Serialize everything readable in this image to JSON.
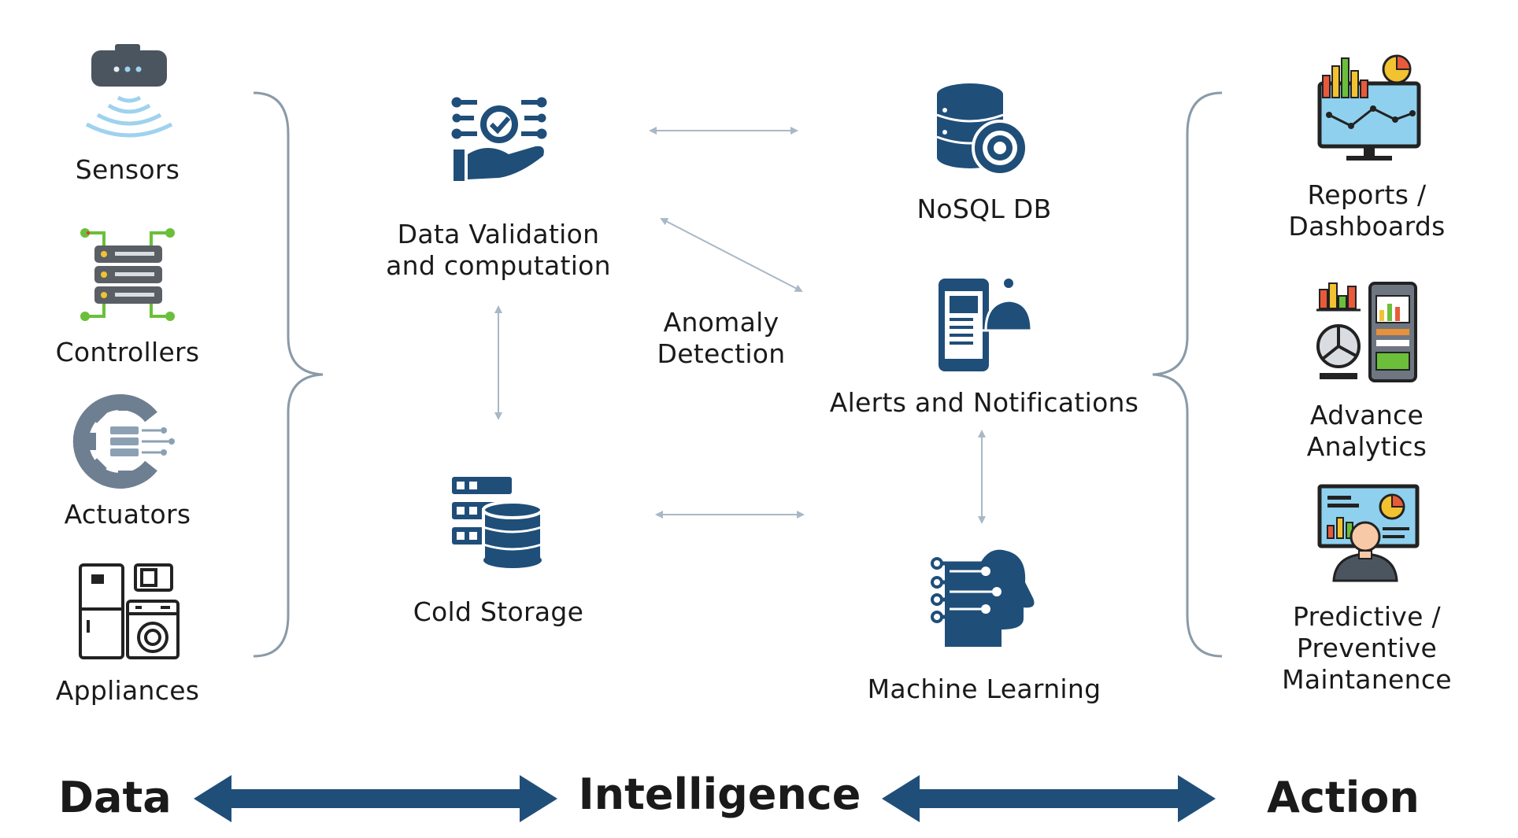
{
  "data_column": {
    "items": [
      {
        "label": "Sensors",
        "icon": "sensor-icon"
      },
      {
        "label": "Controllers",
        "icon": "controller-server-icon"
      },
      {
        "label": "Actuators",
        "icon": "actuator-gear-icon"
      },
      {
        "label": "Appliances",
        "icon": "appliances-icon"
      }
    ]
  },
  "intelligence_column": {
    "validation": {
      "label": "Data Validation\nand computation",
      "icon": "data-validation-icon"
    },
    "cold_storage": {
      "label": "Cold Storage",
      "icon": "cold-storage-icon"
    },
    "anomaly": {
      "label": "Anomaly\nDetection"
    },
    "nosql": {
      "label": "NoSQL DB",
      "icon": "nosql-database-icon"
    },
    "alerts": {
      "label": "Alerts and Notifications",
      "icon": "alerts-bell-icon"
    },
    "ml": {
      "label": "Machine Learning",
      "icon": "machine-learning-head-icon"
    }
  },
  "action_column": {
    "items": [
      {
        "label": "Reports / Dashboards",
        "icon": "dashboard-monitor-icon"
      },
      {
        "label": "Advance Analytics",
        "icon": "analytics-icon"
      },
      {
        "label": "Predictive / Preventive\nMaintanence",
        "icon": "maintenance-presenter-icon"
      }
    ]
  },
  "footer": {
    "data": "Data",
    "intelligence": "Intelligence",
    "action": "Action"
  },
  "colors": {
    "navy": "#1f4e79",
    "connector": "#a9b8c6",
    "brace": "#8a9aa8"
  }
}
